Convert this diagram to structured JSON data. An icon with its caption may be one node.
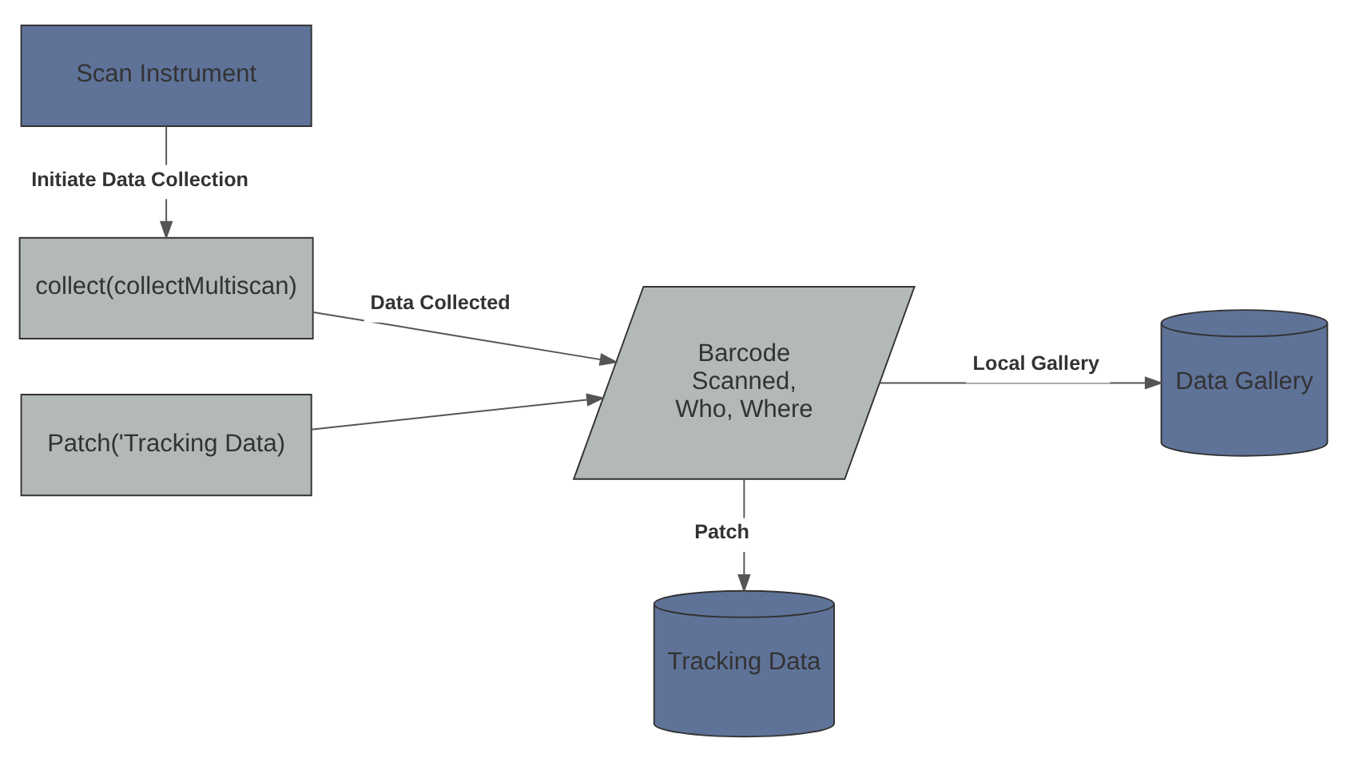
{
  "diagram": {
    "nodes": [
      {
        "text": [
          "Scan Instrument"
        ]
      },
      {
        "text": [
          "collect(collectMultiscan)"
        ]
      },
      {
        "text": [
          "Patch('Tracking Data)"
        ]
      },
      {
        "text": [
          "Barcode Scanned, Who, Where"
        ]
      },
      {
        "text": [
          "Data Gallery"
        ]
      },
      {
        "text": [
          "Tracking Data"
        ]
      }
    ],
    "edges": [
      {
        "from": 0,
        "to": 1,
        "arrow": "to",
        "label": "Initiate Data Collection"
      },
      {
        "from": 1,
        "to": 3,
        "arrow": "to",
        "label": "Data Collected"
      },
      {
        "from": 2,
        "to": 3,
        "arrow": "to"
      },
      {
        "from": 3,
        "to": 4,
        "arrow": "to",
        "label": "Local Gallery"
      },
      {
        "from": 3,
        "to": 5,
        "arrow": "to",
        "label": "Patch"
      }
    ]
  }
}
